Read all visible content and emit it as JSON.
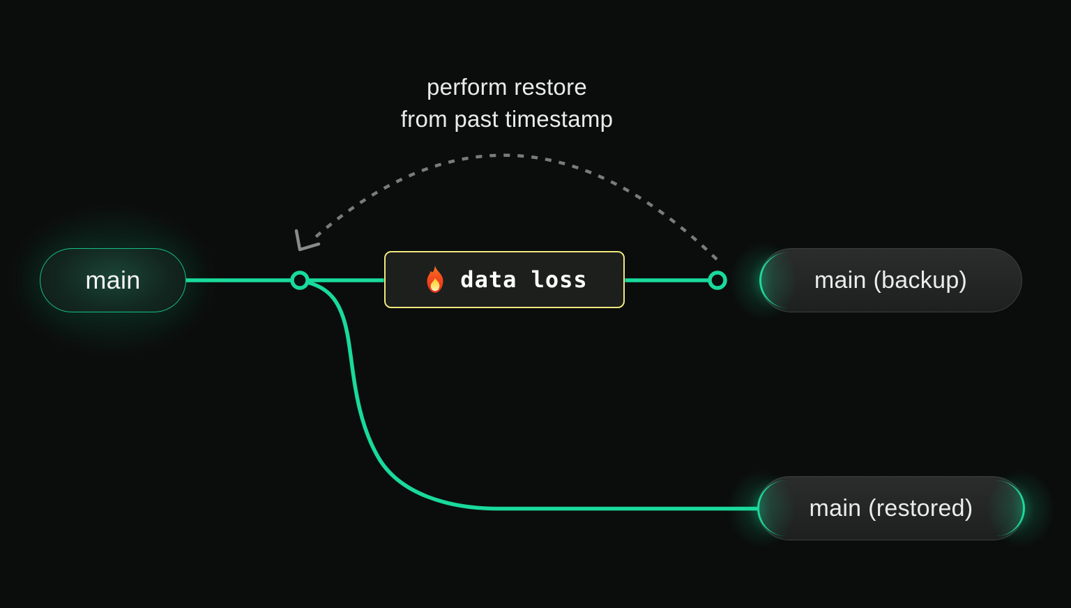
{
  "diagram": {
    "annotation": {
      "line1": "perform restore",
      "line2": "from past timestamp"
    },
    "nodes": {
      "main": {
        "label": "main"
      },
      "backup": {
        "label": "main (backup)"
      },
      "restored": {
        "label": "main (restored)"
      }
    },
    "event": {
      "label": "data loss",
      "icon": "fire-icon"
    }
  },
  "colors": {
    "green": "#19da9c",
    "yellow": "#f2e97f",
    "dash": "#7b7b7b",
    "bg": "#0b0d0c",
    "pill-text": "#ececec"
  }
}
